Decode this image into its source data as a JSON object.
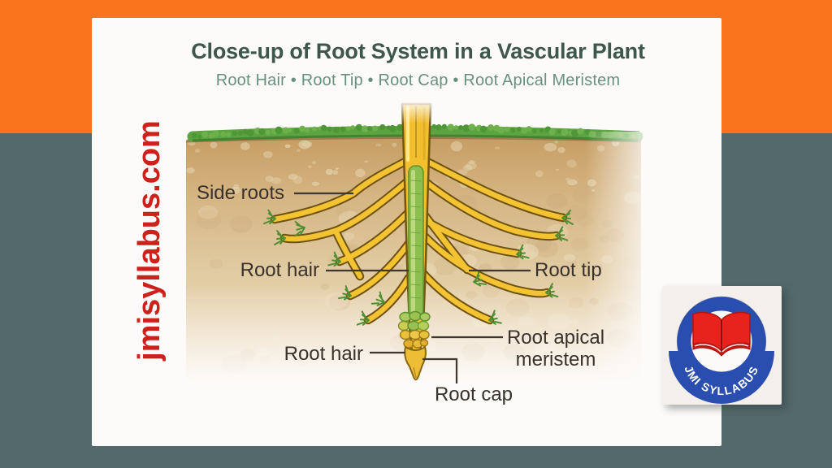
{
  "header": {
    "title": "Close-up of Root System in a Vascular Plant",
    "subtitle": "Root Hair • Root Tip • Root Cap • Root Apical Meristem"
  },
  "watermark": {
    "text": "jmisyllabus.com"
  },
  "diagram": {
    "labels": {
      "side_roots": "Side roots",
      "root_hair_upper": "Root hair",
      "root_tip": "Root tip",
      "root_apical_meristem_line1": "Root apical",
      "root_apical_meristem_line2": "meristem",
      "root_hair_lower": "Root hair",
      "root_cap": "Root cap"
    }
  },
  "logo": {
    "banner_text": "JMI SYLLABUS"
  },
  "colors": {
    "orange_band": "#f9741d",
    "background_gray": "#54696b",
    "card_white": "#fdfbfa",
    "title_green": "#3e574d",
    "subtitle_green": "#68917d",
    "watermark_red": "#cf211c",
    "soil_tan": "#d9bf96",
    "root_gold": "#f4c332",
    "stem_green": "#8cbf4e",
    "grass_green": "#5ba441",
    "logo_ring_blue": "#2a4db0",
    "logo_book_red": "#e8231d"
  }
}
